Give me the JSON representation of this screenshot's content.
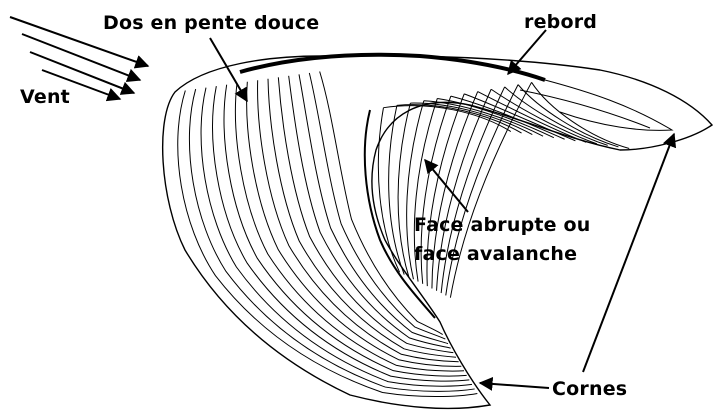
{
  "labels": {
    "back": "Dos en pente douce",
    "crest": "rebord",
    "wind": "Vent",
    "slip_face_line1": "Face abrupte ou",
    "slip_face_line2": "face avalanche",
    "horns": "Cornes"
  },
  "colors": {
    "ink": "#000000",
    "background": "#ffffff"
  }
}
